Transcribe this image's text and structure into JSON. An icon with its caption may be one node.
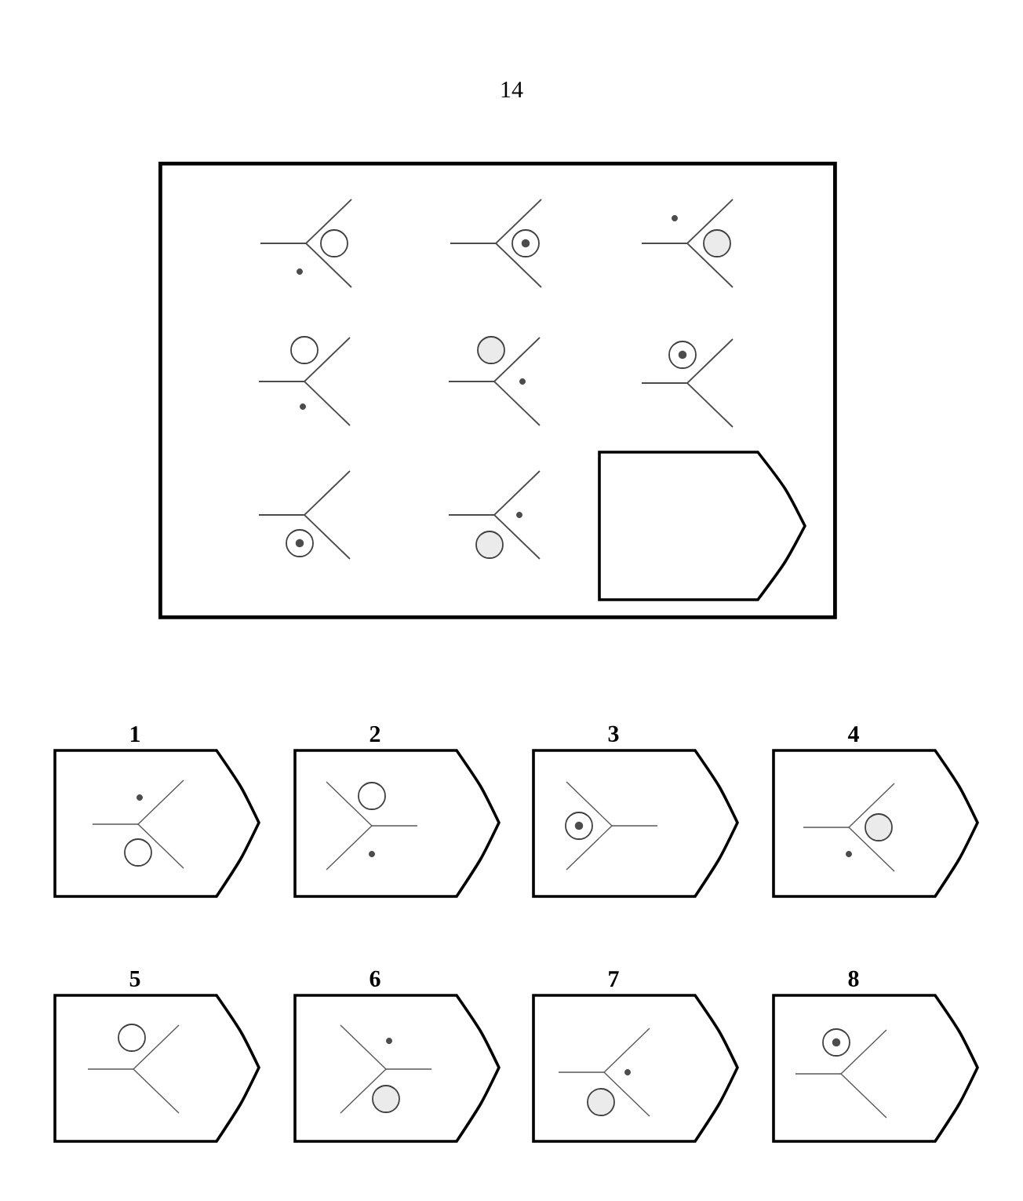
{
  "diagram": {
    "nodes": [
      {
        "text": [],
        "shape": "box"
      },
      {
        "text": [],
        "shape": "box",
        "in": 0
      },
      {
        "text": [
          "1"
        ]
      },
      {
        "text": [
          "2"
        ]
      },
      {
        "text": [
          "3"
        ]
      },
      {
        "text": [
          "4"
        ]
      },
      {
        "text": [
          "5"
        ]
      },
      {
        "text": [
          "6"
        ]
      },
      {
        "text": [
          "7"
        ]
      },
      {
        "text": [
          "8"
        ]
      }
    ],
    "labels": [
      "14"
    ]
  }
}
